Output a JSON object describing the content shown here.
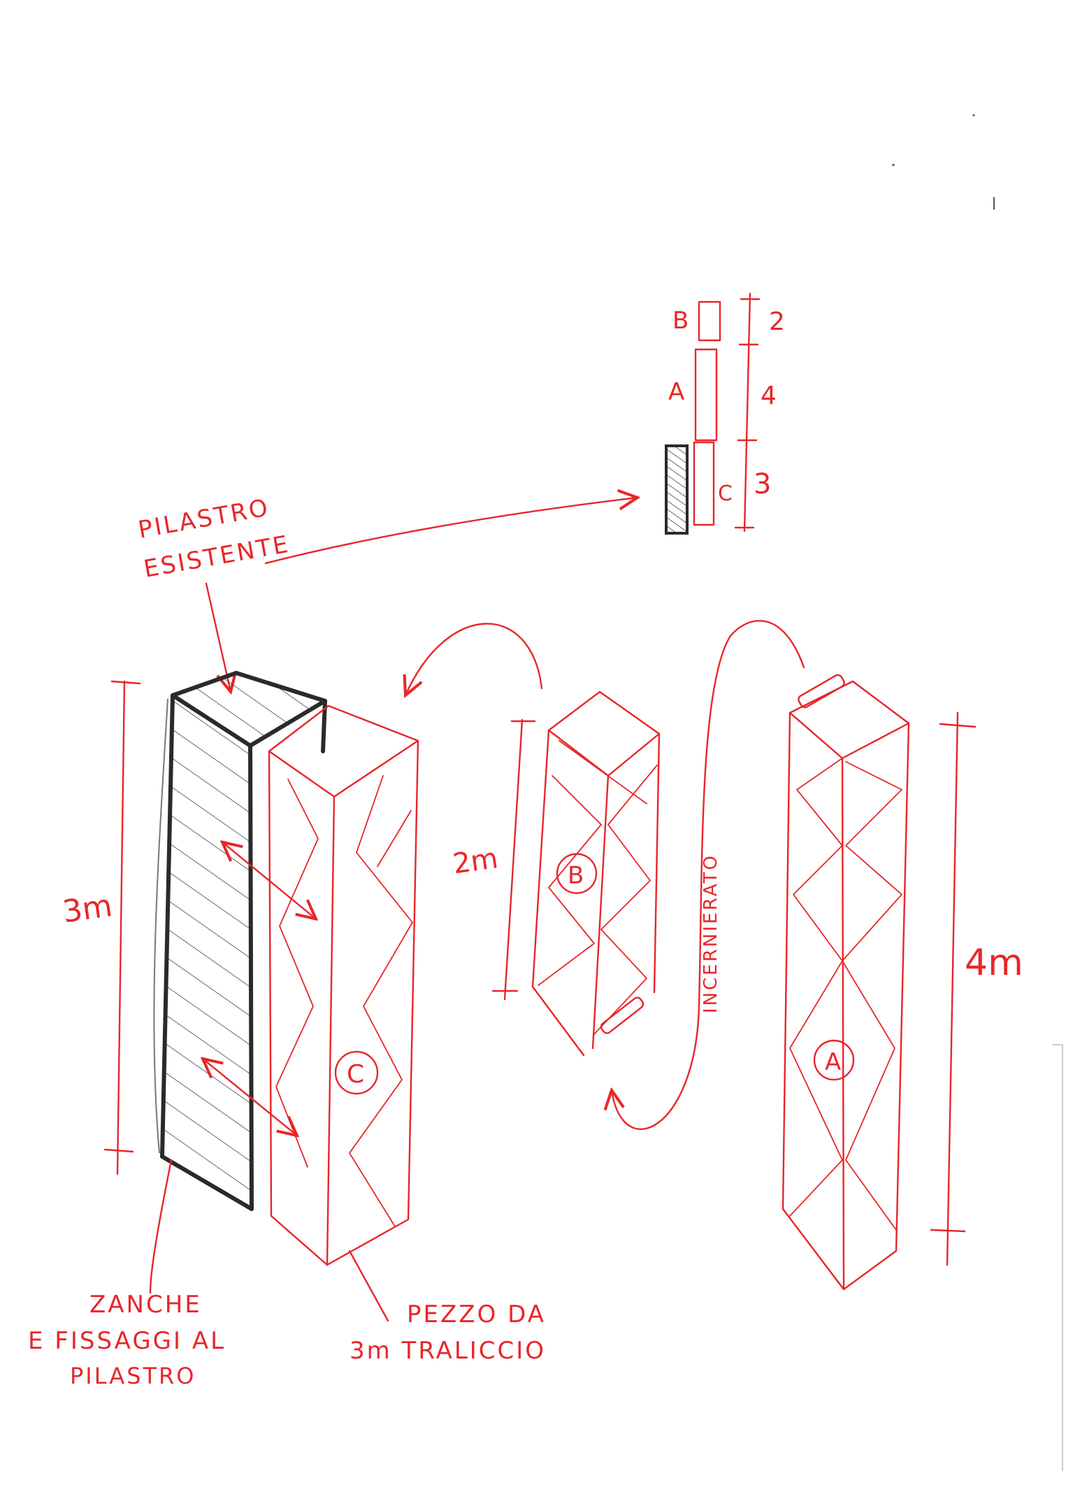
{
  "colors": {
    "ink_red": "#e8262a",
    "ink_dark": "#2a2a2a",
    "paper": "#ffffff"
  },
  "labels": {
    "pilastro_line1": "PILASTRO",
    "pilastro_line2": "ESISTENTE",
    "incernierato": "INCERNIERATO",
    "zanche_line1": "ZANCHE",
    "zanche_line2": "E FISSAGGI AL",
    "zanche_line3": "PILASTRO",
    "pezzo_line1": "PEZZO DA",
    "pezzo_line2": "3m TRALICCIO"
  },
  "pieces": [
    {
      "id": "C",
      "height_label": "3m"
    },
    {
      "id": "B",
      "height_label": "2m"
    },
    {
      "id": "A",
      "height_label": "4m"
    }
  ],
  "elevation": [
    {
      "id": "B",
      "value": "2"
    },
    {
      "id": "A",
      "value": "4"
    },
    {
      "id": "C",
      "value": "3"
    }
  ]
}
